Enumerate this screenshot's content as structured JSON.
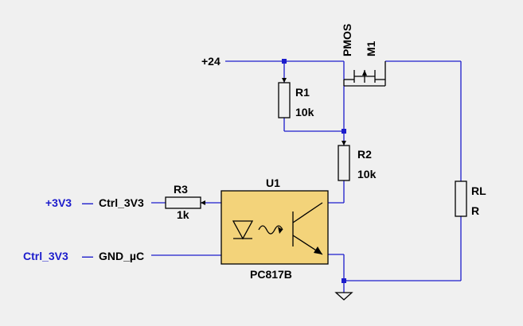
{
  "supply": {
    "label": "+24"
  },
  "mosfet": {
    "type_label": "PMOS",
    "ref": "M1"
  },
  "r1": {
    "ref": "R1",
    "value": "10k"
  },
  "r2": {
    "ref": "R2",
    "value": "10k"
  },
  "r3": {
    "ref": "R3",
    "value": "1k"
  },
  "rl": {
    "ref": "RL",
    "value": "R"
  },
  "opto": {
    "ref": "U1",
    "part": "PC817B"
  },
  "net_labels": {
    "left_top_name": "+3V3",
    "left_top_dash": "—",
    "left_top_net": "Ctrl_3V3",
    "left_bottom_name": "Ctrl_3V3",
    "left_bottom_dash": "—",
    "left_bottom_net": "GND_µC"
  },
  "colors": {
    "wire": "#1c1ccc",
    "optocoupler_fill": "#f3d37a",
    "background": "#f0f0f0"
  }
}
